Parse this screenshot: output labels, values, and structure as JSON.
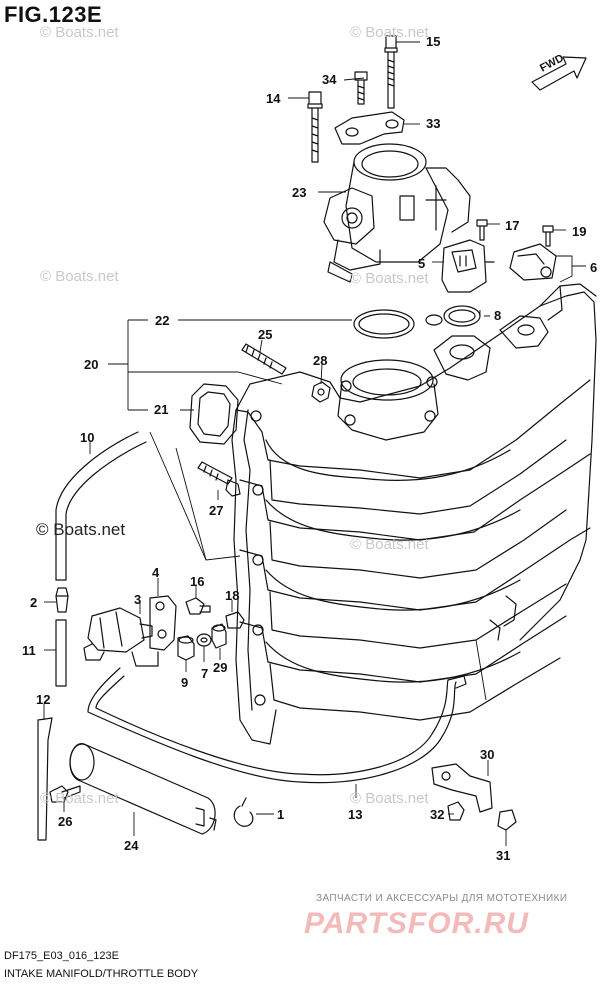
{
  "figure": {
    "title": "FIG.123E",
    "model_code": "DF175_E03_016_123E",
    "caption": "INTAKE MANIFOLD/THROTTLE BODY",
    "direction_label": "FWD"
  },
  "watermarks": {
    "site": "© Boats.net",
    "site_strong": "© Boats.net",
    "ads_line": "ЗАПЧАСТИ И АКСЕССУАРЫ ДЛЯ МОТОТЕХНИКИ",
    "logo": "PARTSFOR.RU"
  },
  "callouts": [
    {
      "id": "c15",
      "label": "15"
    },
    {
      "id": "c34",
      "label": "34"
    },
    {
      "id": "c14",
      "label": "14"
    },
    {
      "id": "c33",
      "label": "33"
    },
    {
      "id": "c23",
      "label": "23"
    },
    {
      "id": "c17",
      "label": "17"
    },
    {
      "id": "c19",
      "label": "19"
    },
    {
      "id": "c5",
      "label": "5"
    },
    {
      "id": "c6",
      "label": "6"
    },
    {
      "id": "c22",
      "label": "22"
    },
    {
      "id": "c8",
      "label": "8"
    },
    {
      "id": "c25",
      "label": "25"
    },
    {
      "id": "c20",
      "label": "20"
    },
    {
      "id": "c28",
      "label": "28"
    },
    {
      "id": "c21",
      "label": "21"
    },
    {
      "id": "c10",
      "label": "10"
    },
    {
      "id": "c27",
      "label": "27"
    },
    {
      "id": "c4",
      "label": "4"
    },
    {
      "id": "c16",
      "label": "16"
    },
    {
      "id": "c2",
      "label": "2"
    },
    {
      "id": "c3",
      "label": "3"
    },
    {
      "id": "c18",
      "label": "18"
    },
    {
      "id": "c11",
      "label": "11"
    },
    {
      "id": "c9",
      "label": "9"
    },
    {
      "id": "c7",
      "label": "7"
    },
    {
      "id": "c29",
      "label": "29"
    },
    {
      "id": "c12",
      "label": "12"
    },
    {
      "id": "c30",
      "label": "30"
    },
    {
      "id": "c1",
      "label": "1"
    },
    {
      "id": "c13",
      "label": "13"
    },
    {
      "id": "c32",
      "label": "32"
    },
    {
      "id": "c26",
      "label": "26"
    },
    {
      "id": "c24",
      "label": "24"
    },
    {
      "id": "c31",
      "label": "31"
    }
  ],
  "colors": {
    "line": "#111111",
    "watermark": "#c9c9c9",
    "logo": "#f4b9b9"
  }
}
